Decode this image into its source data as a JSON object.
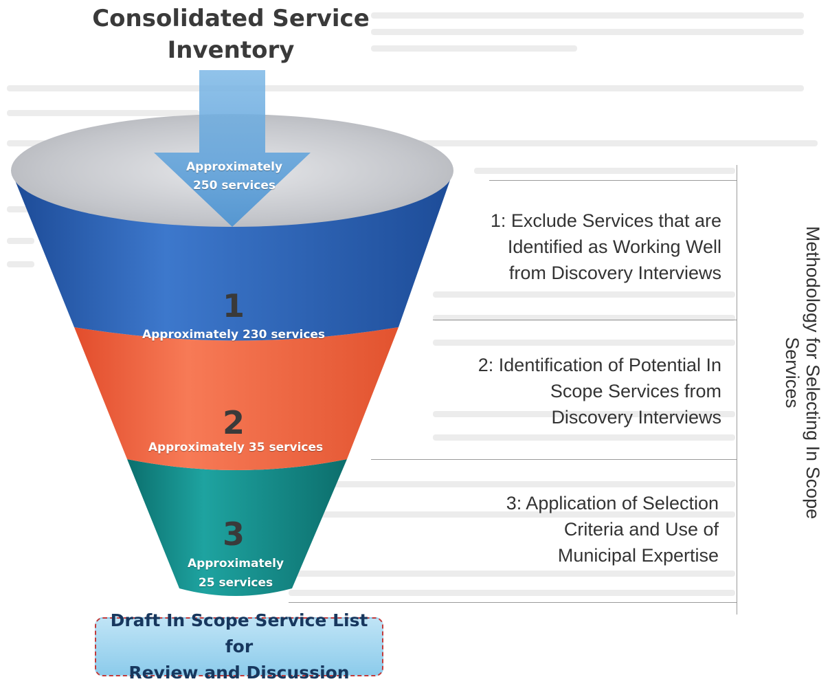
{
  "title": "Consolidated Service Inventory",
  "top_label": [
    "Approximately",
    "250 services"
  ],
  "funnel": [
    {
      "number": "1",
      "label": "Approximately 230 services",
      "color": "#2457a8"
    },
    {
      "number": "2",
      "label": "Approximately 35 services",
      "color": "#ea5f3d"
    },
    {
      "number": "3",
      "label": [
        "Approximately",
        "25 services"
      ],
      "color": "#10807e"
    }
  ],
  "steps": [
    {
      "text": [
        "1: Exclude Services that are",
        "Identified as Working Well",
        "from Discovery Interviews"
      ]
    },
    {
      "text": [
        "2: Identification of Potential In",
        "Scope Services from",
        "Discovery Interviews"
      ]
    },
    {
      "text": [
        "3: Application of Selection",
        "Criteria and Use of",
        "Municipal Expertise"
      ]
    }
  ],
  "side_label": "Methodology for Selecting In Scope Services",
  "result_box": [
    "Draft In Scope Service List for",
    "Review and Discussion"
  ],
  "colors": {
    "rim": "#c9cbd0",
    "arrow": "#5aa0d8",
    "text": "#333333",
    "box_border": "#c23a3a",
    "box_fill": "#a6d6ef"
  }
}
